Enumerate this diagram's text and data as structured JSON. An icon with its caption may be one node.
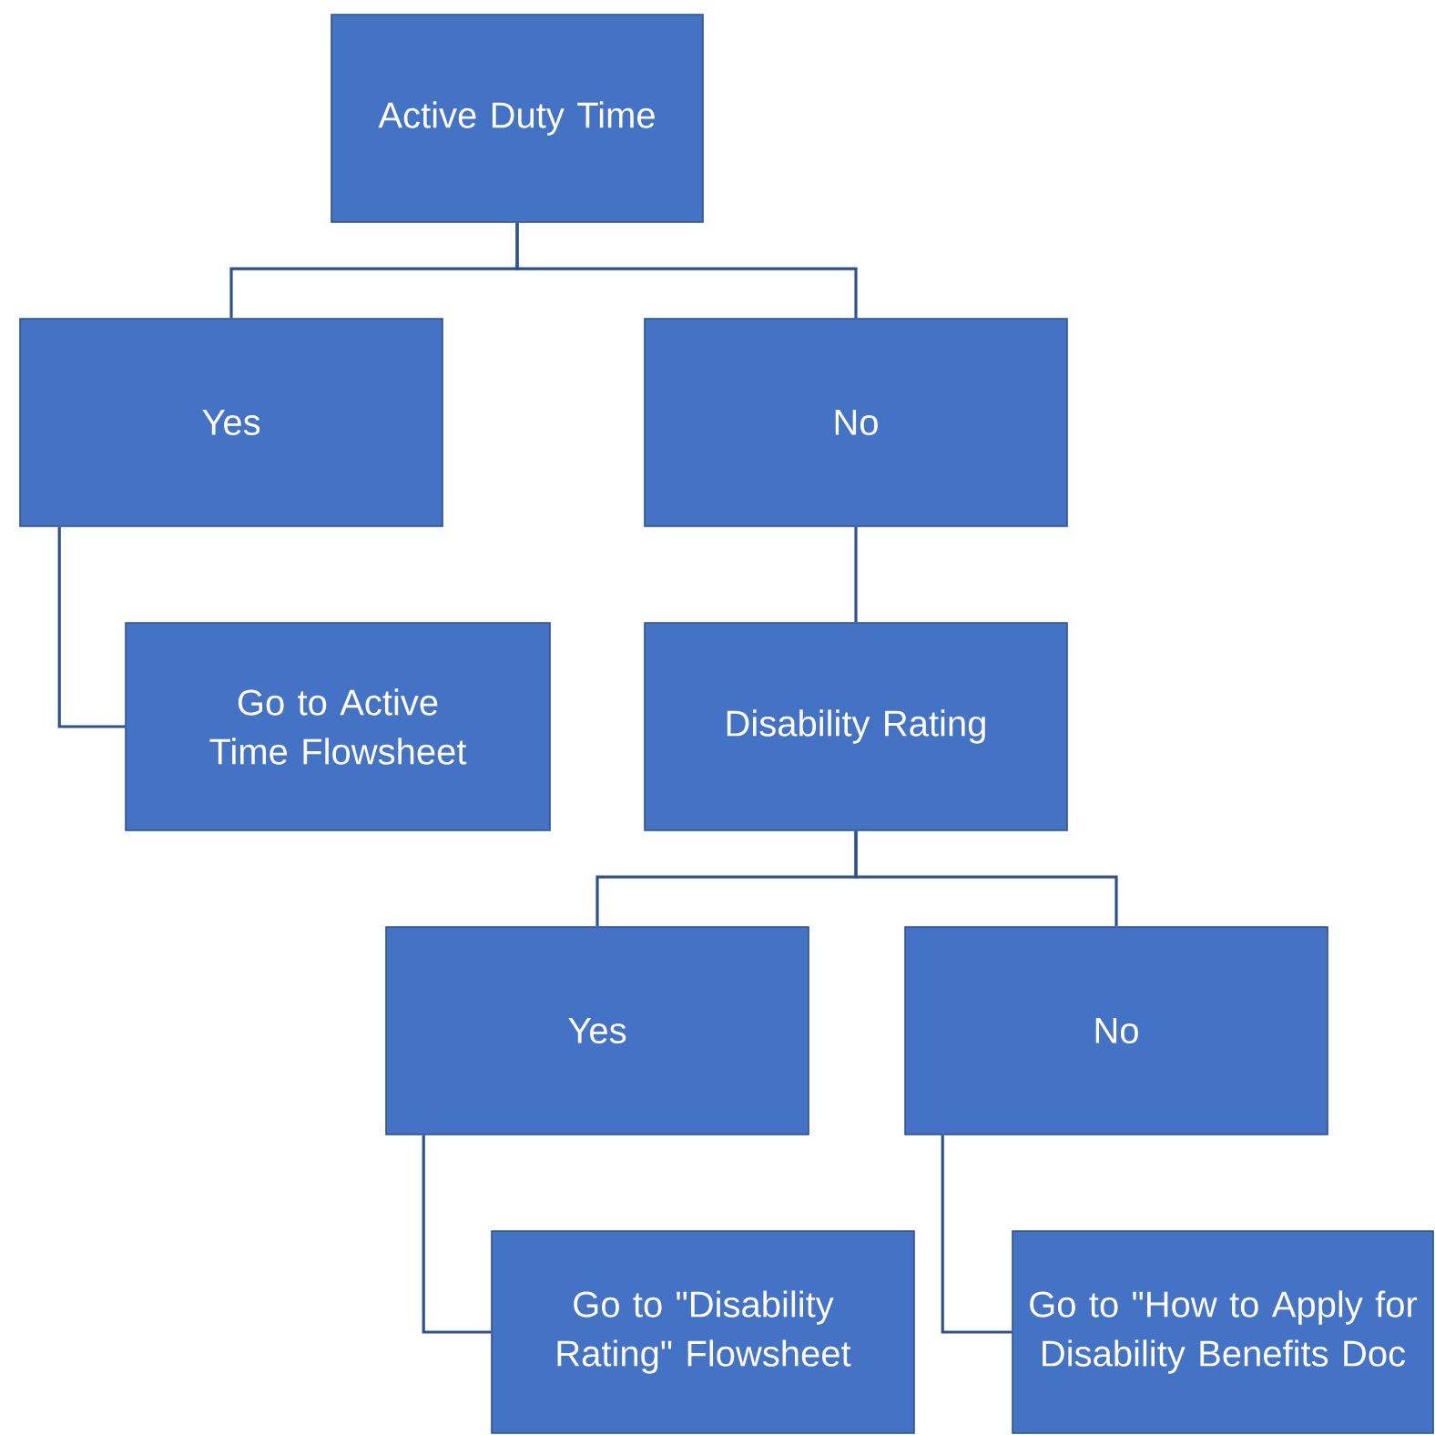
{
  "diagram": {
    "nodes": [
      {
        "text": [
          "Active Duty Time"
        ]
      },
      {
        "text": [
          "Yes"
        ]
      },
      {
        "text": [
          "No"
        ]
      },
      {
        "text": [
          "Go to Active Time Flowsheet"
        ]
      },
      {
        "text": [
          "Disability Rating"
        ]
      },
      {
        "text": [
          "Yes"
        ]
      },
      {
        "text": [
          "No"
        ]
      },
      {
        "text": [
          "Go to \"Disability Rating\" Flowsheet"
        ]
      },
      {
        "text": [
          "Go to \"How to Apply for Disability Benefits Doc"
        ]
      }
    ],
    "edges": [
      {
        "from": 0,
        "to": 1,
        "arrow": "none"
      },
      {
        "from": 0,
        "to": 2,
        "arrow": "none"
      },
      {
        "from": 1,
        "to": 3,
        "arrow": "none"
      },
      {
        "from": 2,
        "to": 4,
        "arrow": "none"
      },
      {
        "from": 4,
        "to": 5,
        "arrow": "none"
      },
      {
        "from": 4,
        "to": 6,
        "arrow": "none"
      },
      {
        "from": 5,
        "to": 7,
        "arrow": "none"
      },
      {
        "from": 6,
        "to": 8,
        "arrow": "none"
      }
    ]
  }
}
